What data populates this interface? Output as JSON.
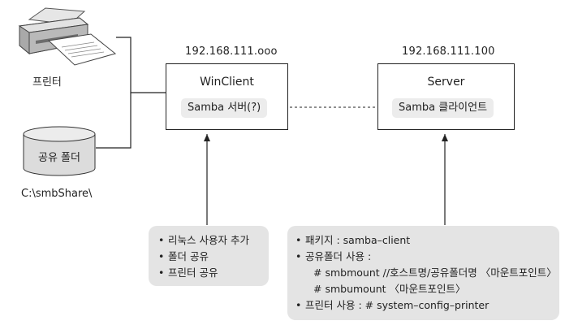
{
  "printer": {
    "label": "프린터"
  },
  "folder": {
    "cylinder_text": "공유 폴더",
    "path": "C:\\smbShare\\"
  },
  "winclient": {
    "ip": "192.168.111.ooo",
    "title": "WinClient",
    "tag": "Samba 서버(?)"
  },
  "server": {
    "ip": "192.168.111.100",
    "title": "Server",
    "tag": "Samba 클라이언트"
  },
  "note_left": {
    "items": [
      "리눅스 사용자 추가",
      "폴더 공유",
      "프린터 공유"
    ]
  },
  "note_right": {
    "items": [
      "패키지 : samba–client",
      "공유폴더 사용 :",
      "# smbmount  //호스트명/공유폴더명 〈마운트포인트〉",
      "# smbumount 〈마운트포인트〉",
      "프린터 사용 : # system–config–printer"
    ]
  }
}
